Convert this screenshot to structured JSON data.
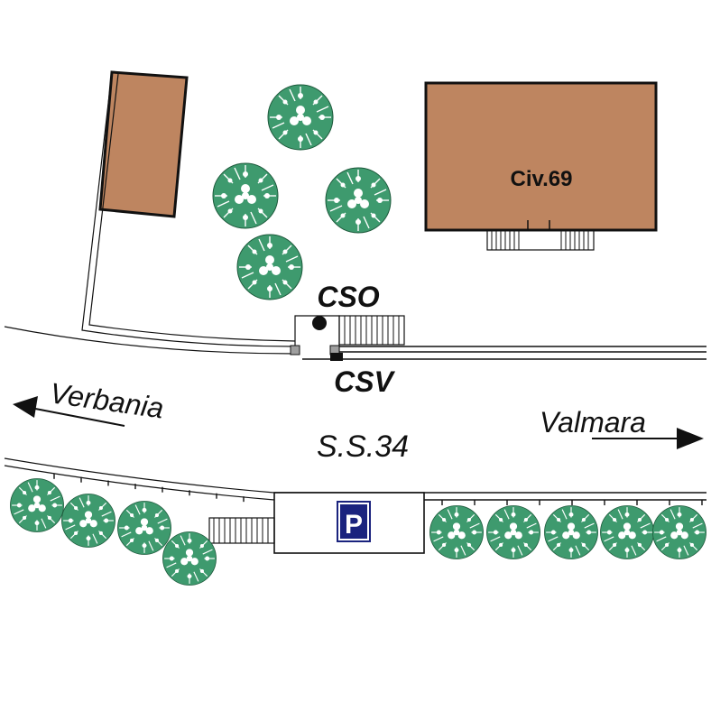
{
  "labels": {
    "civic_number": "Civ.69",
    "cso": "CSO",
    "csv": "CSV",
    "road": "S.S.34",
    "direction_left": "Verbania",
    "direction_right": "Valmara",
    "parking": "P"
  },
  "colors": {
    "building": "#be8560",
    "tree": "#3e9a6e",
    "parking_sign": "#1a237e",
    "outline": "#111111"
  },
  "icons": {
    "tree": "tree-icon",
    "parking": "parking-sign-icon",
    "arrow_left": "arrow-left-icon",
    "arrow_right": "arrow-right-icon"
  }
}
